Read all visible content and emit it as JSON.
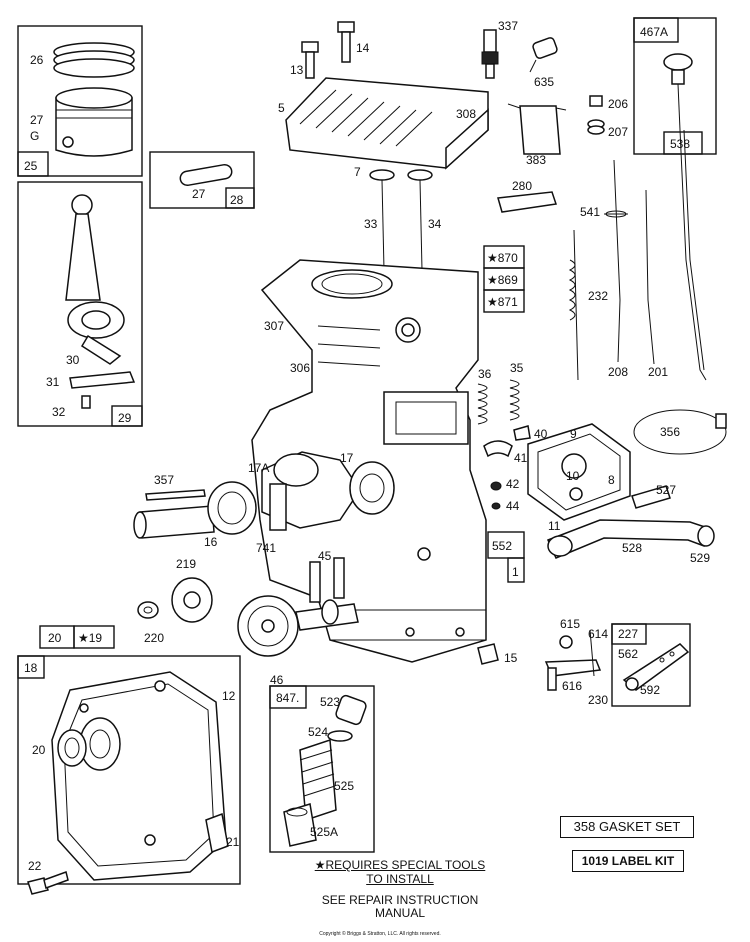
{
  "labels": {
    "l26": "26",
    "l27a": "27",
    "g1": "G",
    "l25": "25",
    "l27b": "27",
    "l28": "28",
    "l13": "13",
    "l14": "14",
    "l5": "5",
    "l308": "308",
    "l7": "7",
    "l33": "33",
    "l34": "34",
    "l337": "337",
    "l635": "635",
    "l383": "383",
    "l206": "206",
    "l207": "207",
    "l467A": "467A",
    "l538": "538",
    "l280": "280",
    "l541": "541",
    "l232": "232",
    "l208": "208",
    "l201": "201",
    "l870": "★870",
    "l869": "★869",
    "l871": "★871",
    "l307": "307",
    "l306": "306",
    "l36": "36",
    "l35": "35",
    "l40": "40",
    "l9": "9",
    "l41": "41",
    "l356": "356",
    "l10": "10",
    "l8": "8",
    "l42": "42",
    "l44": "44",
    "l527": "527",
    "l11": "11",
    "l528": "528",
    "l529": "529",
    "l30": "30",
    "l31": "31",
    "l32": "32",
    "l29": "29",
    "l357": "357",
    "l17A": "17A",
    "l17": "17",
    "l16": "16",
    "l741": "741",
    "l45": "45",
    "l552": "552",
    "l1": "1",
    "l219": "219",
    "l220": "220",
    "l20a": "20",
    "l19": "★19",
    "l18": "18",
    "l12": "12",
    "l20b": "20",
    "l21": "21",
    "l22": "22",
    "l15": "15",
    "l46": "46",
    "l847": "847.",
    "l523": "523",
    "l524": "524",
    "l525": "525",
    "l525A": "525A",
    "l615": "615",
    "l614": "614",
    "l227": "227",
    "l562": "562",
    "l616": "616",
    "l230": "230",
    "l592": "592"
  },
  "notes": {
    "gasket": "358 GASKET SET",
    "label_kit": "1019 LABEL KIT",
    "special_tools_1": "★REQUIRES SPECIAL TOOLS",
    "special_tools_2": "TO INSTALL",
    "repair_1": "SEE REPAIR INSTRUCTION",
    "repair_2": "MANUAL",
    "copyright": "Copyright © Briggs & Stratton, LLC. All rights reserved."
  }
}
